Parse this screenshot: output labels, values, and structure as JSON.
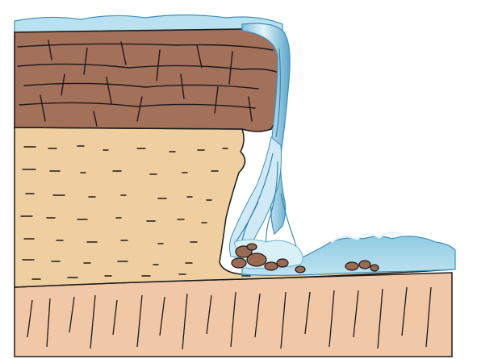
{
  "diagram": {
    "subject": "",
    "layers": [
      {
        "id": "caprock",
        "name": "",
        "color": "#a3705a"
      },
      {
        "id": "soft-rock",
        "name": "",
        "color": "#efcfa0"
      },
      {
        "id": "bedrock",
        "name": "",
        "color": "#f0c8a8"
      }
    ],
    "colors": {
      "water_light": "#c6e7f2",
      "water_mid": "#86c7e0",
      "water_dark": "#3f8fb8",
      "outline": "#1a1a1a",
      "boulder": "#9a6b52",
      "background": "#ffffff"
    }
  }
}
